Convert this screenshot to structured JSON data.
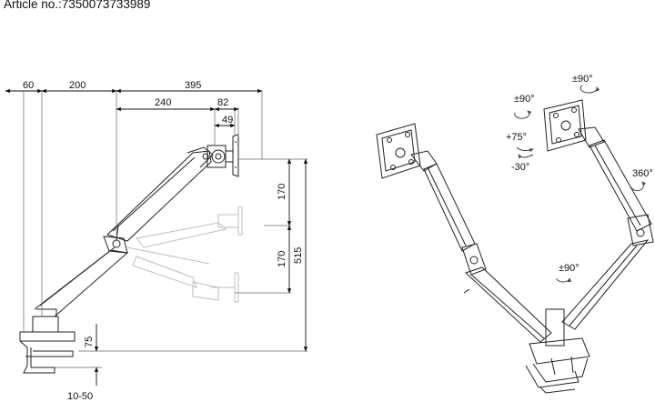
{
  "header": {
    "article": "Article no.:7350073733989"
  },
  "dimensions": {
    "top_60": "60",
    "top_200": "200",
    "top_395": "395",
    "mid_240": "240",
    "mid_82": "82",
    "mid_49": "49",
    "v_170_upper": "170",
    "v_170_lower": "170",
    "v_515": "515",
    "v_75": "75",
    "bottom_10_50": "10-50"
  },
  "rotations": {
    "tilt_up": "+75°",
    "tilt_down": "-30°",
    "pan_90": "±90°",
    "top_90": "±90°",
    "swivel_360": "360°",
    "base_90": "±90°"
  }
}
